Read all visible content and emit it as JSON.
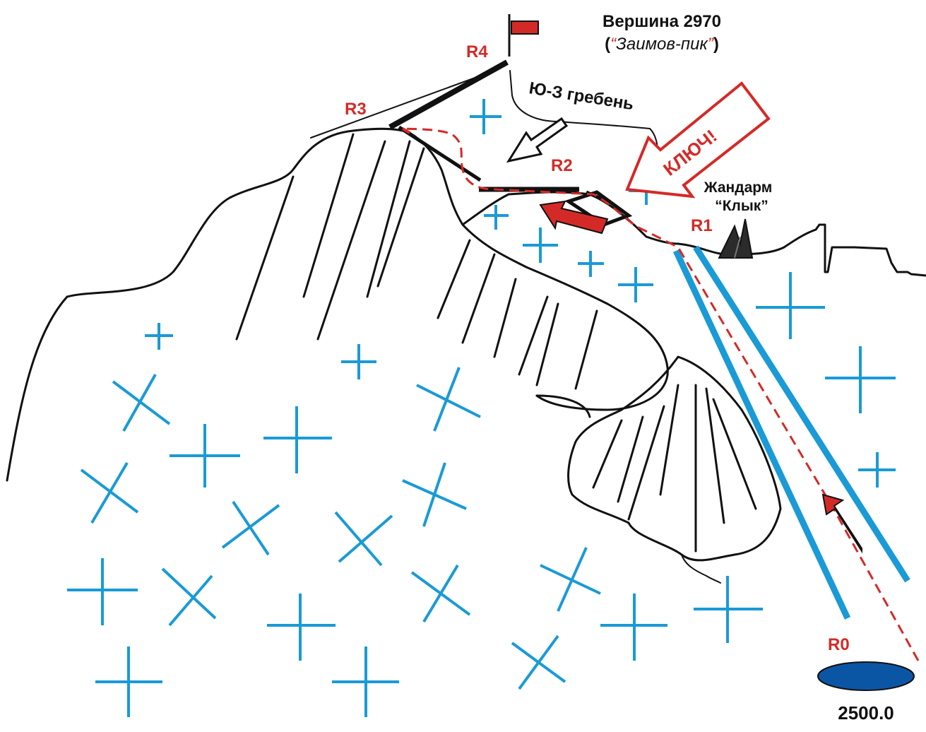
{
  "summit": {
    "title": "Вершина 2970",
    "open_paren": "(",
    "quote_open": "“",
    "name": "Заимов-пик",
    "quote_close": "”",
    "close_paren": ")"
  },
  "ridge_label": "Ю-З гребень",
  "key_label": "КЛЮЧ!",
  "gendarme": {
    "line1": "Жандарм",
    "line2": "“Клык”"
  },
  "stations": [
    {
      "id": "R0",
      "label": "R0"
    },
    {
      "id": "R1",
      "label": "R1"
    },
    {
      "id": "R2",
      "label": "R2"
    },
    {
      "id": "R3",
      "label": "R3"
    },
    {
      "id": "R4",
      "label": "R4"
    }
  ],
  "base_elevation": "2500.0",
  "colors": {
    "route": "#d42a27",
    "glacier": "#1a9ad6",
    "lake": "#0b56a4",
    "rock_line": "#111111"
  },
  "icons": [
    "summit-flag-icon",
    "key-arrow-icon",
    "ridge-arrow-icon",
    "ascent-arrow-icon",
    "gendarme-icon",
    "lake-icon"
  ]
}
